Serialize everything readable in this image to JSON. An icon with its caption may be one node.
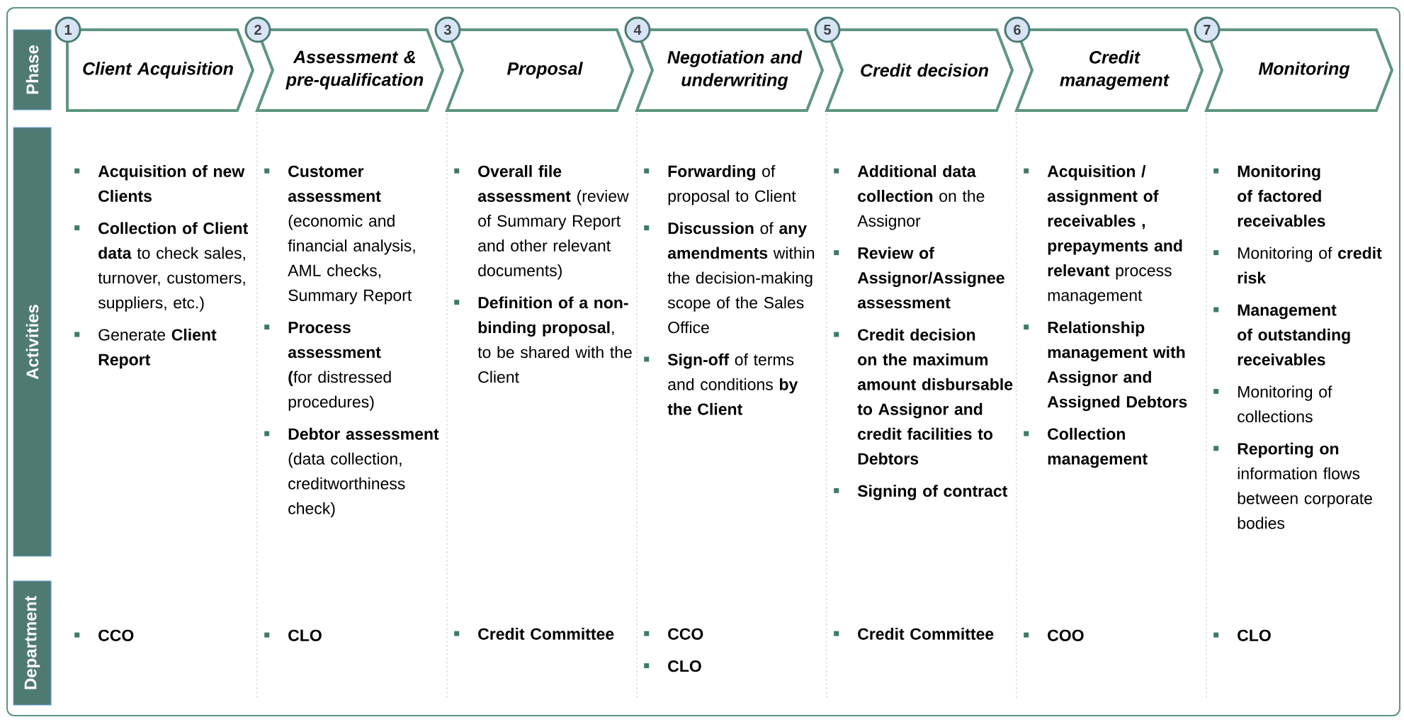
{
  "diagram": {
    "nodes": [
      {
        "text": [
          "Phase"
        ]
      },
      {
        "text": [
          "Activities"
        ]
      },
      {
        "text": [
          "Department"
        ]
      },
      {
        "text": [
          "1"
        ]
      },
      {
        "text": [
          "Client Acquisition"
        ]
      },
      {
        "text": [
          "2"
        ]
      },
      {
        "text": [
          "Assessment & pre-qualification"
        ]
      },
      {
        "text": [
          "3"
        ]
      },
      {
        "text": [
          "Proposal"
        ]
      },
      {
        "text": [
          "4"
        ]
      },
      {
        "text": [
          "Negotiation and underwriting"
        ]
      },
      {
        "text": [
          "5"
        ]
      },
      {
        "text": [
          "Credit decision"
        ]
      },
      {
        "text": [
          "6"
        ]
      },
      {
        "text": [
          "Credit management"
        ]
      },
      {
        "text": [
          "7"
        ]
      },
      {
        "text": [
          "Monitoring"
        ]
      }
    ],
    "edges": [],
    "labels": [
      "Acquisition of new Clients",
      "**Collection of Client data** to check sales, turnover, customers, suppliers, etc.)",
      "Generate **Client Report**",
      "**Customer assessment** (economic and financial analysis,  AML checks, Summary Report",
      "**Process assessment (**for distressed procedures)",
      "**Debtor assessment** (data collection, creditworthiness check)",
      "**Overall file assessment** (review of Summary Report and other relevant documents)",
      "**Definition of a non-binding proposal**, to be shared with the Client",
      "**Forwarding** of proposal to Client",
      "**Discussion** of **any amendments** within the decision-making scope of the Sales Office",
      "**Sign-off** of terms and conditions **by the Client**",
      "**Additional data collection** on the Assignor",
      "Review of Assignor/Assignee assessment",
      "Credit decision on the maximum amount disbursable to Assignor and credit facilities to Debtors",
      "Signing of contract",
      "**Acquisition / assignment of receivables , prepayments and relevant** process management",
      "Relationship management with Assignor and Assigned Debtors",
      "Collection management",
      "Monitoring of factored receivables",
      "Monitoring of **credit risk**",
      "Management of outstanding receivables",
      "Monitoring of collections",
      "**Reporting on** information flows between corporate bodies",
      "CCO",
      "CLO",
      "Credit Committee",
      "CCO",
      "CLO",
      "Credit Committee",
      "COO",
      "CLO"
    ]
  }
}
